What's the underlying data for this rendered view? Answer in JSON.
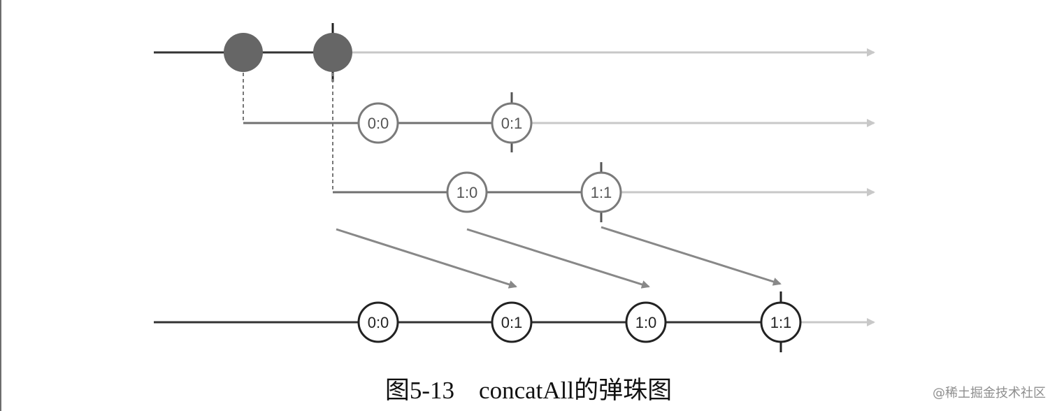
{
  "diagram": {
    "caption": "图5-13    concatAll的弹珠图",
    "watermark": "@稀土掘金技术社区",
    "colors": {
      "main_line": "#333333",
      "inner_line": "#707070",
      "faded_line": "#c8c8c8",
      "marble_fill": "#666666",
      "inner_marble": "#7a7a7a",
      "dashed": "#777777",
      "flow_arrow": "#888888"
    },
    "source": {
      "marbles": [
        {
          "name": "outer-marble-0"
        },
        {
          "name": "outer-marble-1"
        }
      ],
      "completed": true
    },
    "inner_streams": [
      {
        "name": "inner-stream-0",
        "marbles": [
          {
            "label": "0:0"
          },
          {
            "label": "0:1"
          }
        ]
      },
      {
        "name": "inner-stream-1",
        "marbles": [
          {
            "label": "1:0"
          },
          {
            "label": "1:1"
          }
        ]
      }
    ],
    "output": {
      "marbles": [
        {
          "label": "0:0"
        },
        {
          "label": "0:1"
        },
        {
          "label": "1:0"
        },
        {
          "label": "1:1"
        }
      ]
    }
  }
}
